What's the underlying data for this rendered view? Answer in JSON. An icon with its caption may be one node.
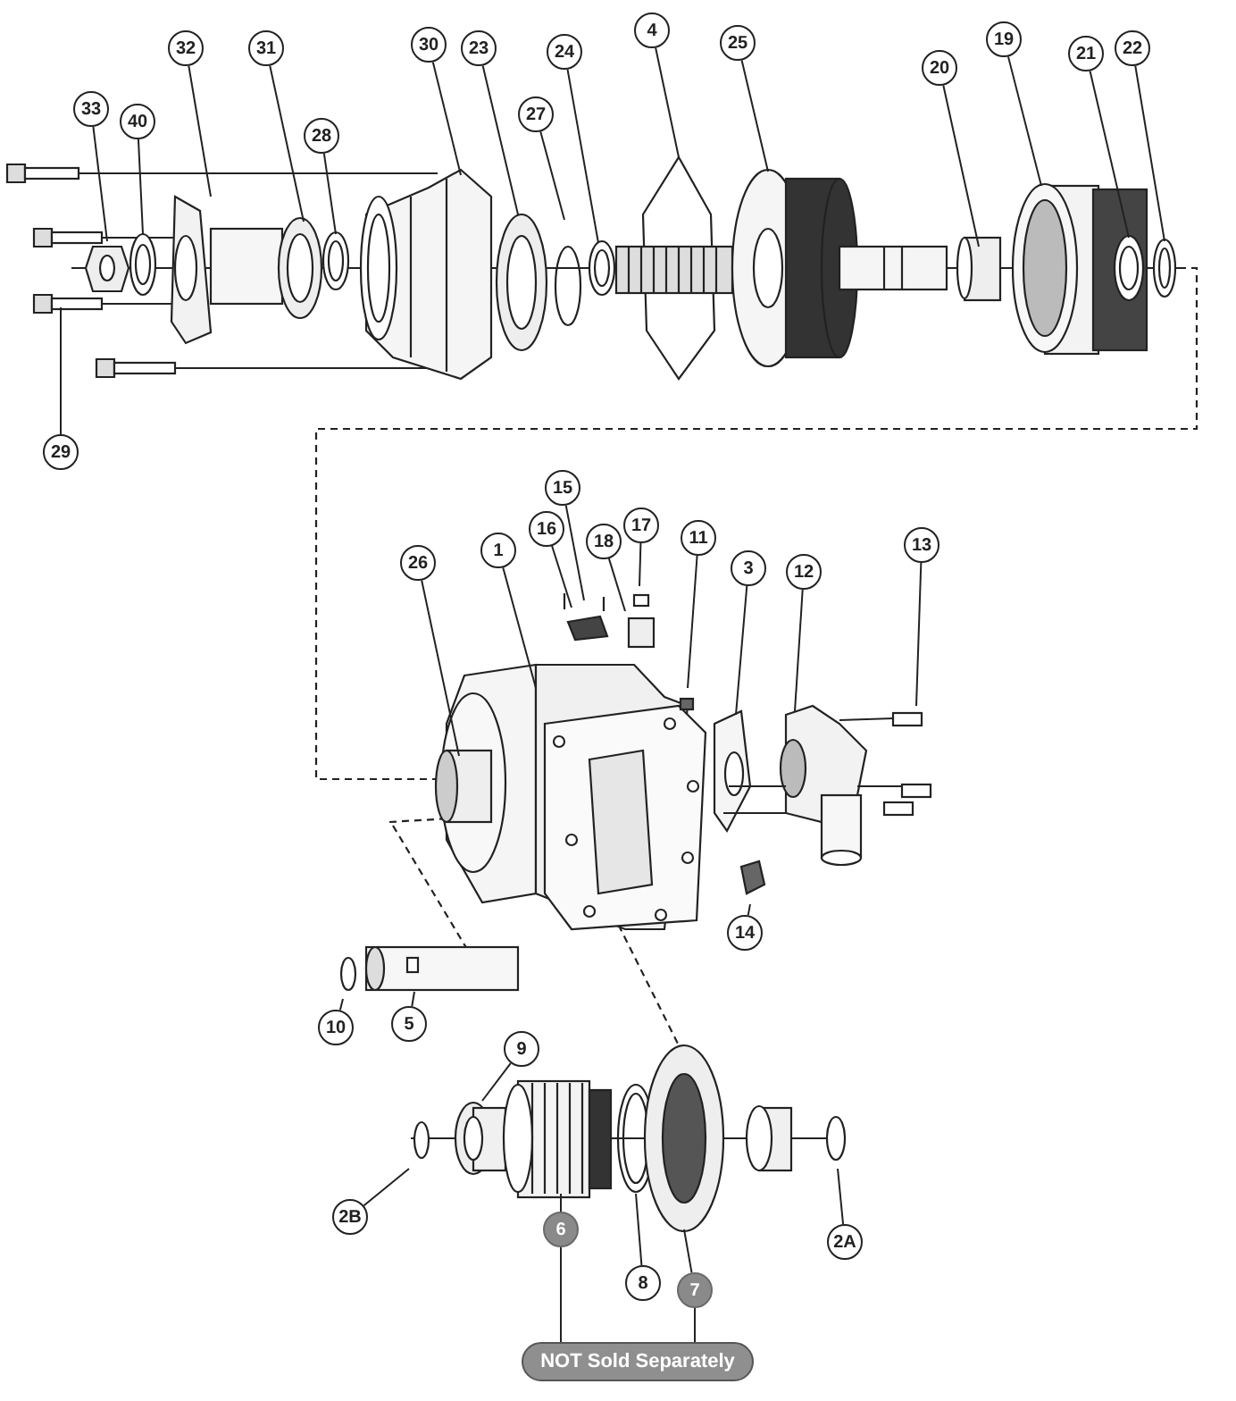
{
  "diagram": {
    "nodes": [
      {
        "text": [
          "32"
        ]
      },
      {
        "text": [
          "31"
        ]
      },
      {
        "text": [
          "30"
        ]
      },
      {
        "text": [
          "23"
        ]
      },
      {
        "text": [
          "24"
        ]
      },
      {
        "text": [
          "4"
        ]
      },
      {
        "text": [
          "25"
        ]
      },
      {
        "text": [
          "19"
        ]
      },
      {
        "text": [
          "20"
        ]
      },
      {
        "text": [
          "21"
        ]
      },
      {
        "text": [
          "22"
        ]
      },
      {
        "text": [
          "33"
        ]
      },
      {
        "text": [
          "40"
        ]
      },
      {
        "text": [
          "28"
        ]
      },
      {
        "text": [
          "27"
        ]
      },
      {
        "text": [
          "29"
        ]
      },
      {
        "text": [
          "15"
        ]
      },
      {
        "text": [
          "16"
        ]
      },
      {
        "text": [
          "17"
        ]
      },
      {
        "text": [
          "18"
        ]
      },
      {
        "text": [
          "1"
        ]
      },
      {
        "text": [
          "26"
        ]
      },
      {
        "text": [
          "11"
        ]
      },
      {
        "text": [
          "3"
        ]
      },
      {
        "text": [
          "12"
        ]
      },
      {
        "text": [
          "13"
        ]
      },
      {
        "text": [
          "14"
        ]
      },
      {
        "text": [
          "10"
        ]
      },
      {
        "text": [
          "5"
        ]
      },
      {
        "text": [
          "9"
        ]
      },
      {
        "text": [
          "2B"
        ]
      },
      {
        "text": [
          "6"
        ]
      },
      {
        "text": [
          "8"
        ]
      },
      {
        "text": [
          "7"
        ]
      },
      {
        "text": [
          "2A"
        ]
      },
      {
        "text": [
          "NOT Sold Separately"
        ]
      }
    ],
    "edges": [
      {
        "from": 0,
        "to": null,
        "arrow": "none"
      },
      {
        "from": 1,
        "to": null,
        "arrow": "none"
      },
      {
        "from": 2,
        "to": null,
        "arrow": "none"
      },
      {
        "from": 3,
        "to": null,
        "arrow": "none"
      },
      {
        "from": 4,
        "to": null,
        "arrow": "none"
      },
      {
        "from": 5,
        "to": null,
        "arrow": "none"
      },
      {
        "from": 6,
        "to": null,
        "arrow": "none"
      },
      {
        "from": 7,
        "to": null,
        "arrow": "none"
      },
      {
        "from": 8,
        "to": null,
        "arrow": "none"
      },
      {
        "from": 9,
        "to": null,
        "arrow": "none"
      },
      {
        "from": 10,
        "to": null,
        "arrow": "none"
      },
      {
        "from": 11,
        "to": null,
        "arrow": "none"
      },
      {
        "from": 12,
        "to": null,
        "arrow": "none"
      },
      {
        "from": 13,
        "to": null,
        "arrow": "none"
      },
      {
        "from": 14,
        "to": null,
        "arrow": "none"
      },
      {
        "from": 15,
        "to": null,
        "arrow": "none"
      },
      {
        "from": 16,
        "to": null,
        "arrow": "none"
      },
      {
        "from": 17,
        "to": null,
        "arrow": "none"
      },
      {
        "from": 18,
        "to": null,
        "arrow": "none"
      },
      {
        "from": 19,
        "to": null,
        "arrow": "none"
      },
      {
        "from": 20,
        "to": null,
        "arrow": "none"
      },
      {
        "from": 21,
        "to": null,
        "arrow": "none"
      },
      {
        "from": 22,
        "to": null,
        "arrow": "none"
      },
      {
        "from": 23,
        "to": null,
        "arrow": "none"
      },
      {
        "from": 24,
        "to": null,
        "arrow": "none"
      },
      {
        "from": 25,
        "to": null,
        "arrow": "none"
      },
      {
        "from": 26,
        "to": null,
        "arrow": "none"
      },
      {
        "from": 27,
        "to": null,
        "arrow": "none"
      },
      {
        "from": 28,
        "to": null,
        "arrow": "none"
      },
      {
        "from": 29,
        "to": null,
        "arrow": "none"
      },
      {
        "from": 30,
        "to": null,
        "arrow": "none"
      },
      {
        "from": 31,
        "to": null,
        "arrow": "none"
      },
      {
        "from": 32,
        "to": null,
        "arrow": "none"
      },
      {
        "from": 33,
        "to": null,
        "arrow": "none"
      },
      {
        "from": 34,
        "to": null,
        "arrow": "none"
      },
      {
        "from": 31,
        "to": 35,
        "arrow": "none"
      },
      {
        "from": 33,
        "to": 35,
        "arrow": "none"
      }
    ]
  }
}
